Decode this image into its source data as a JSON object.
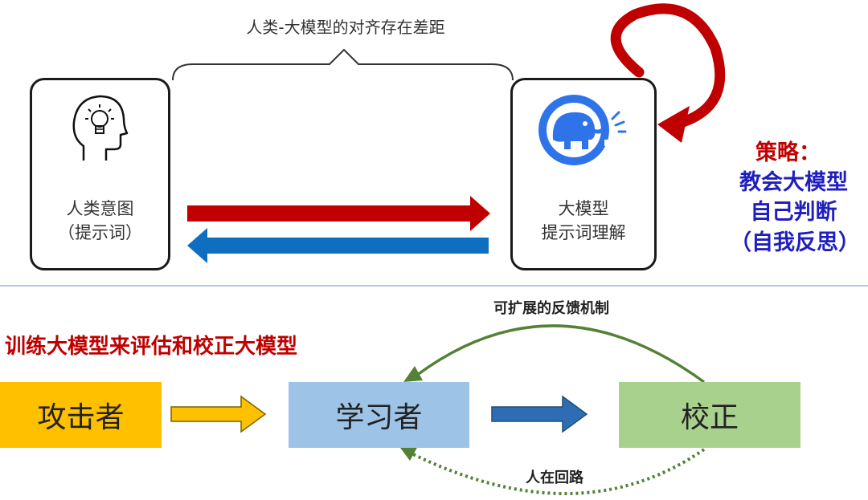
{
  "top": {
    "gap_label": "人类-大模型的对齐存在差距",
    "human_card": {
      "line1": "人类意图",
      "line2": "（提示词）",
      "icon": "head-lightbulb-icon"
    },
    "model_card": {
      "line1": "大模型",
      "line2": "提示词理解",
      "icon": "elephant-logo-icon"
    },
    "strategy": {
      "heading": "策略：",
      "line1": "教会大模型",
      "line2": "自己判断",
      "line3": "（自我反思）"
    }
  },
  "bottom": {
    "title": "训练大模型来评估和校正大模型",
    "feedback_label": "可扩展的反馈机制",
    "human_loop_label": "人在回路",
    "boxes": {
      "attacker": "攻击者",
      "learner": "学习者",
      "corrector": "校正"
    }
  },
  "colors": {
    "red_arrow": "#c00000",
    "blue_arrow": "#0e6ec0",
    "attacker_fill": "#ffc000",
    "learner_fill": "#9dc3e6",
    "corrector_fill": "#a9d18e",
    "green_arrow": "#538135",
    "strategy_red": "#c00000",
    "strategy_blue": "#1f1fbf",
    "title_red": "#c00000",
    "divider": "#b4c7e7"
  }
}
